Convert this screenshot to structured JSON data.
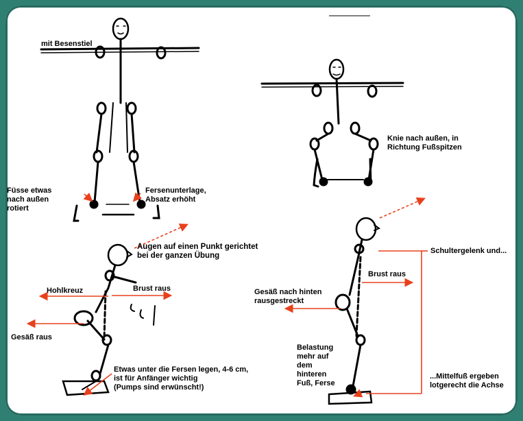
{
  "labels": {
    "besenstiel": "mit Besenstiel",
    "fuesse": "Füsse etwas\nnach außen\nrotiert",
    "fersen": "Fersenunterlage,\nAbsatz erhöht",
    "knie": "Knie nach außen, in\nRichtung Fußspitzen",
    "augen": "Augen auf einen Punkt gerichtet\nbei der ganzen Übung",
    "hohlkreuz": "Hohlkreuz",
    "brust_left": "Brust raus",
    "gesaess_raus": "Gesäß raus",
    "etwas": "Etwas unter die Fersen legen, 4-6 cm,\nist für Anfänger wichtig\n(Pumps sind erwünscht!)",
    "schulter": "Schultergelenk und...",
    "brust_right": "Brust raus",
    "gesaess_hinten": "Gesäß nach hinten\nrausgestreckt",
    "belastung": "Belastung\nmehr auf\ndem\nhinteren\nFuß, Ferse",
    "mittelfuss": "...Mittelfuß ergeben\nlotgerecht die Achse"
  },
  "colors": {
    "background": "#2f7f72",
    "panel": "#ffffff",
    "ink": "#000000",
    "arrow": "#e8401c"
  }
}
